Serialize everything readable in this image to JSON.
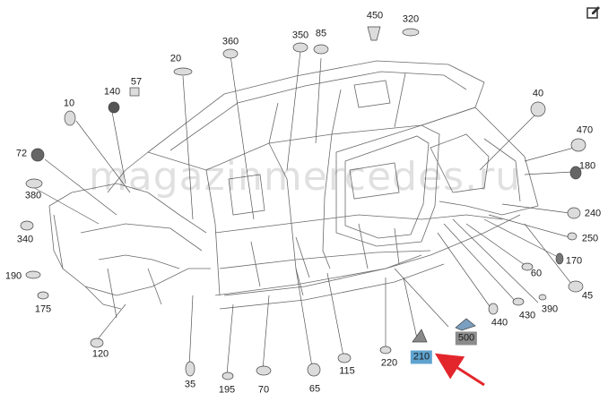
{
  "watermark": "magazinmercedes.ru",
  "toolbar": {
    "edit_icon": "edit-icon"
  },
  "colors": {
    "highlight_bg": "#5fa3cf",
    "grey_bg": "#8c8c8c",
    "arrow": "#e3262b",
    "line": "#555555"
  },
  "callouts": [
    {
      "id": "450",
      "label": "450"
    },
    {
      "id": "320",
      "label": "320"
    },
    {
      "id": "360",
      "label": "360"
    },
    {
      "id": "350",
      "label": "350"
    },
    {
      "id": "85",
      "label": "85"
    },
    {
      "id": "20",
      "label": "20"
    },
    {
      "id": "57",
      "label": "57"
    },
    {
      "id": "140",
      "label": "140"
    },
    {
      "id": "10",
      "label": "10"
    },
    {
      "id": "40",
      "label": "40"
    },
    {
      "id": "470",
      "label": "470"
    },
    {
      "id": "180",
      "label": "180"
    },
    {
      "id": "72",
      "label": "72"
    },
    {
      "id": "380",
      "label": "380"
    },
    {
      "id": "340",
      "label": "340"
    },
    {
      "id": "190",
      "label": "190"
    },
    {
      "id": "175",
      "label": "175"
    },
    {
      "id": "240",
      "label": "240"
    },
    {
      "id": "250",
      "label": "250"
    },
    {
      "id": "170",
      "label": "170"
    },
    {
      "id": "60",
      "label": "60"
    },
    {
      "id": "45",
      "label": "45"
    },
    {
      "id": "390",
      "label": "390"
    },
    {
      "id": "430",
      "label": "430"
    },
    {
      "id": "440",
      "label": "440"
    },
    {
      "id": "500",
      "label": "500",
      "style": "grey"
    },
    {
      "id": "210",
      "label": "210",
      "style": "highlight"
    },
    {
      "id": "220",
      "label": "220"
    },
    {
      "id": "115",
      "label": "115"
    },
    {
      "id": "65",
      "label": "65"
    },
    {
      "id": "70",
      "label": "70"
    },
    {
      "id": "195",
      "label": "195"
    },
    {
      "id": "35",
      "label": "35"
    },
    {
      "id": "120",
      "label": "120"
    }
  ]
}
